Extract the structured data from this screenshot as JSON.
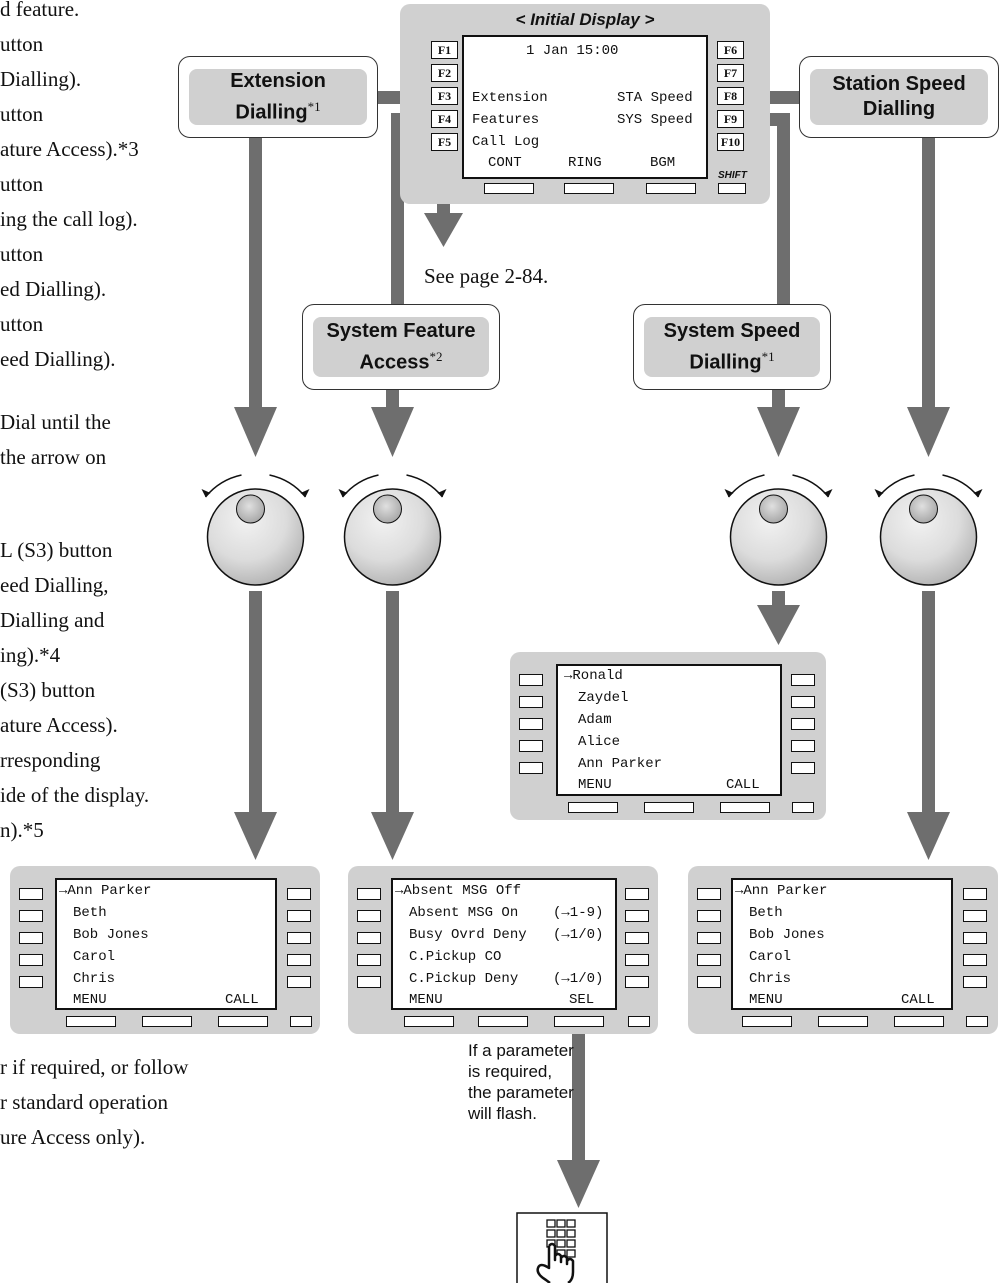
{
  "left_text": {
    "lines": [
      "d feature.",
      "utton",
      "Dialling).",
      "utton",
      "ature Access).*3",
      "utton",
      "ing the call log).",
      "utton",
      "ed Dialling).",
      "utton",
      "eed Dialling).",
      "Dial until the",
      " the arrow on",
      "L (S3) button",
      "eed Dialling,",
      "Dialling and",
      "ing).*4",
      "(S3) button",
      "ature Access).",
      "rresponding",
      "ide of the display.",
      "n).*5",
      "r if required, or follow",
      "r standard operation",
      "ure Access only)."
    ]
  },
  "initial_display": {
    "title": "< Initial Display >",
    "date_line": "1 Jan 15:00",
    "left_keys": [
      "F1",
      "F2",
      "F3",
      "F4",
      "F5"
    ],
    "right_keys": [
      "F6",
      "F7",
      "F8",
      "F9",
      "F10"
    ],
    "menu_left": [
      "Extension",
      "Features",
      "Call Log"
    ],
    "menu_right": [
      "STA Speed",
      "SYS Speed"
    ],
    "soft_keys": [
      "CONT",
      "RING",
      "BGM"
    ],
    "shift_label": "SHIFT"
  },
  "callouts": {
    "extension": {
      "line1": "Extension",
      "line2": "Dialling",
      "note": "*1"
    },
    "station_speed": {
      "line1": "Station Speed",
      "line2": "Dialling"
    },
    "system_feature": {
      "line1": "System Feature",
      "line2": "Access",
      "note": "*2"
    },
    "system_speed": {
      "line1": "System Speed",
      "line2": "Dialling",
      "note": "*1"
    }
  },
  "see_page": "See page 2-84.",
  "speed_screen": {
    "items": [
      "→Ronald",
      "Zaydel",
      "Adam",
      "Alice",
      "Ann Parker"
    ],
    "soft_left": "MENU",
    "soft_right": "CALL"
  },
  "ext_screen": {
    "items": [
      "→Ann Parker",
      "Beth",
      "Bob Jones",
      "Carol",
      "Chris"
    ],
    "soft_left": "MENU",
    "soft_right": "CALL"
  },
  "feature_screen": {
    "items": [
      "→Absent MSG Off",
      "Absent MSG On",
      "Busy Ovrd Deny",
      "C.Pickup CO",
      "C.Pickup Deny"
    ],
    "params": [
      "",
      "(→1-9)",
      "(→1/0)",
      "",
      "(→1/0)"
    ],
    "soft_left": "MENU",
    "soft_right": "SEL"
  },
  "station_screen": {
    "items": [
      "→Ann Parker",
      "Beth",
      "Bob Jones",
      "Carol",
      "Chris"
    ],
    "soft_left": "MENU",
    "soft_right": "CALL"
  },
  "param_note": [
    "If a parameter",
    "is required,",
    "the parameter",
    "will flash."
  ],
  "colors": {
    "panel": "#d0d0d0",
    "arrow": "#6e6e6e",
    "ink": "#111111"
  },
  "icons": [
    "jog-dial-icon",
    "keypad-hand-icon"
  ]
}
